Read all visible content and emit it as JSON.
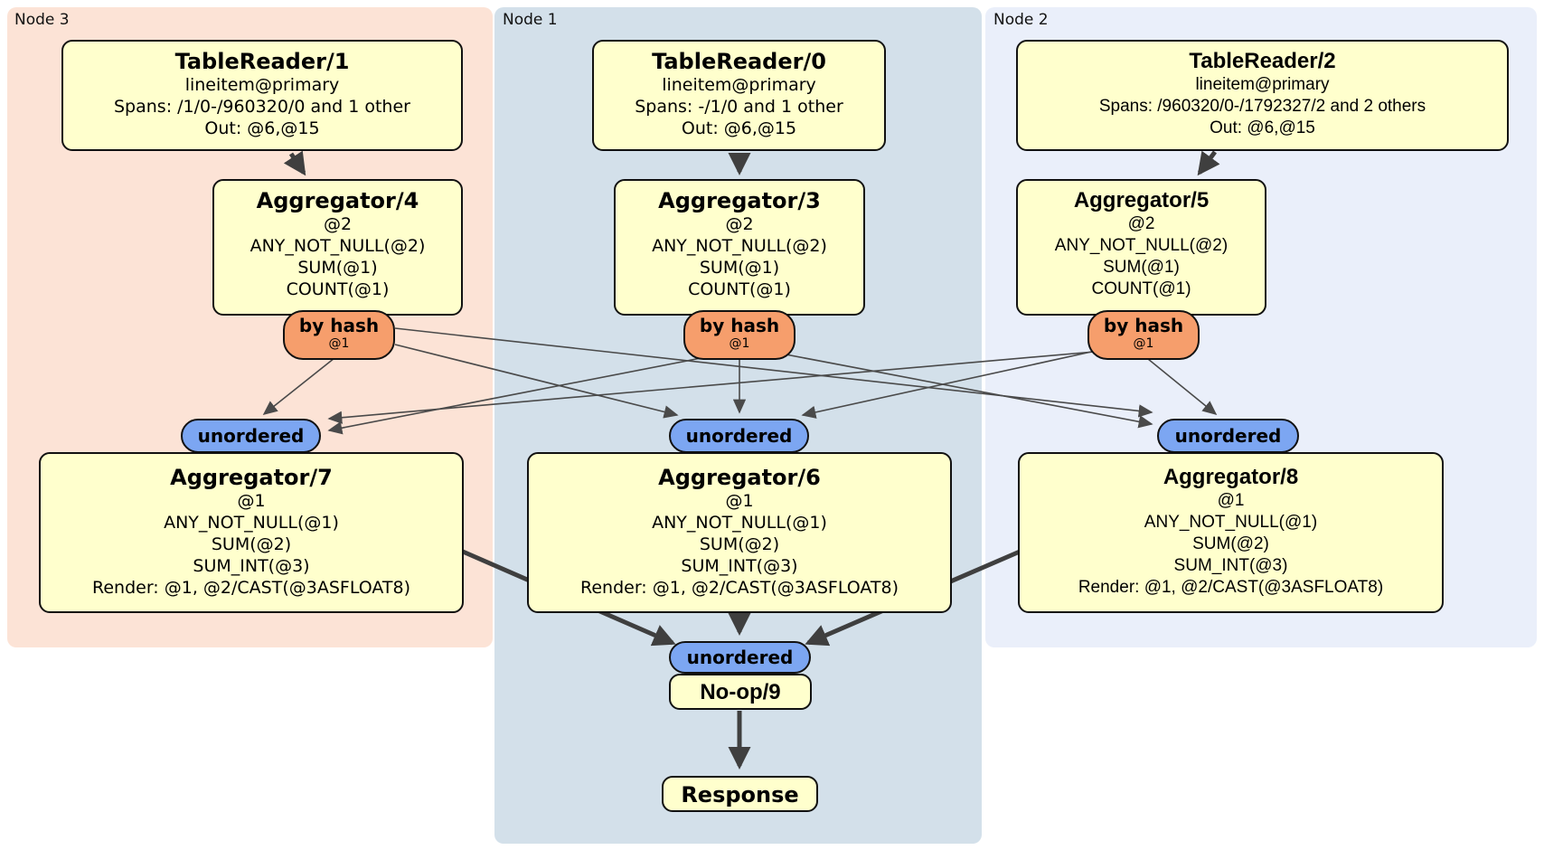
{
  "page": {
    "background": "#ffffff"
  },
  "regions": [
    {
      "id": "node3",
      "label": "Node 3",
      "color": "#fce3d6"
    },
    {
      "id": "node1",
      "label": "Node 1",
      "color": "#d3e0ea"
    },
    {
      "id": "node2",
      "label": "Node 2",
      "color": "#eaeffa"
    }
  ],
  "processors": {
    "tr1": {
      "title": "TableReader/1",
      "lines": [
        "lineitem@primary",
        "Spans: /1/0-/960320/0 and 1 other",
        "Out: @6,@15"
      ]
    },
    "tr0": {
      "title": "TableReader/0",
      "lines": [
        "lineitem@primary",
        "Spans: -/1/0 and 1 other",
        "Out: @6,@15"
      ]
    },
    "tr2": {
      "title": "TableReader/2",
      "lines": [
        "lineitem@primary",
        "Spans: /960320/0-/1792327/2 and 2 others",
        "Out: @6,@15"
      ]
    },
    "agg4": {
      "title": "Aggregator/4",
      "lines": [
        "@2",
        "ANY_NOT_NULL(@2)",
        "SUM(@1)",
        "COUNT(@1)"
      ]
    },
    "agg3": {
      "title": "Aggregator/3",
      "lines": [
        "@2",
        "ANY_NOT_NULL(@2)",
        "SUM(@1)",
        "COUNT(@1)"
      ]
    },
    "agg5": {
      "title": "Aggregator/5",
      "lines": [
        "@2",
        "ANY_NOT_NULL(@2)",
        "SUM(@1)",
        "COUNT(@1)"
      ]
    },
    "agg7": {
      "title": "Aggregator/7",
      "lines": [
        "@1",
        "ANY_NOT_NULL(@1)",
        "SUM(@2)",
        "SUM_INT(@3)",
        "Render: @1, @2/CAST(@3ASFLOAT8)"
      ]
    },
    "agg6": {
      "title": "Aggregator/6",
      "lines": [
        "@1",
        "ANY_NOT_NULL(@1)",
        "SUM(@2)",
        "SUM_INT(@3)",
        "Render: @1, @2/CAST(@3ASFLOAT8)"
      ]
    },
    "agg8": {
      "title": "Aggregator/8",
      "lines": [
        "@1",
        "ANY_NOT_NULL(@1)",
        "SUM(@2)",
        "SUM_INT(@3)",
        "Render: @1, @2/CAST(@3ASFLOAT8)"
      ]
    },
    "noop": {
      "title": "No-op/9"
    },
    "response": {
      "title": "Response"
    }
  },
  "router": {
    "label": "by hash",
    "detail": "@1",
    "color": "#f69e6c"
  },
  "sync": {
    "label": "unordered",
    "color": "#7ca6f2"
  },
  "edges": [
    {
      "from": "TableReader/1",
      "to": "Aggregator/4"
    },
    {
      "from": "TableReader/0",
      "to": "Aggregator/3"
    },
    {
      "from": "TableReader/2",
      "to": "Aggregator/5"
    },
    {
      "from": "Aggregator/4",
      "router": "by hash @1",
      "to": "Aggregator/7",
      "sync": "unordered"
    },
    {
      "from": "Aggregator/4",
      "router": "by hash @1",
      "to": "Aggregator/6",
      "sync": "unordered"
    },
    {
      "from": "Aggregator/4",
      "router": "by hash @1",
      "to": "Aggregator/8",
      "sync": "unordered"
    },
    {
      "from": "Aggregator/3",
      "router": "by hash @1",
      "to": "Aggregator/7",
      "sync": "unordered"
    },
    {
      "from": "Aggregator/3",
      "router": "by hash @1",
      "to": "Aggregator/6",
      "sync": "unordered"
    },
    {
      "from": "Aggregator/3",
      "router": "by hash @1",
      "to": "Aggregator/8",
      "sync": "unordered"
    },
    {
      "from": "Aggregator/5",
      "router": "by hash @1",
      "to": "Aggregator/7",
      "sync": "unordered"
    },
    {
      "from": "Aggregator/5",
      "router": "by hash @1",
      "to": "Aggregator/6",
      "sync": "unordered"
    },
    {
      "from": "Aggregator/5",
      "router": "by hash @1",
      "to": "Aggregator/8",
      "sync": "unordered"
    },
    {
      "from": "Aggregator/7",
      "to": "No-op/9",
      "sync": "unordered"
    },
    {
      "from": "Aggregator/6",
      "to": "No-op/9",
      "sync": "unordered"
    },
    {
      "from": "Aggregator/8",
      "to": "No-op/9",
      "sync": "unordered"
    },
    {
      "from": "No-op/9",
      "to": "Response"
    }
  ],
  "edge_colors": {
    "thin": "#4a4a4a",
    "thick": "#3f3f3f"
  }
}
